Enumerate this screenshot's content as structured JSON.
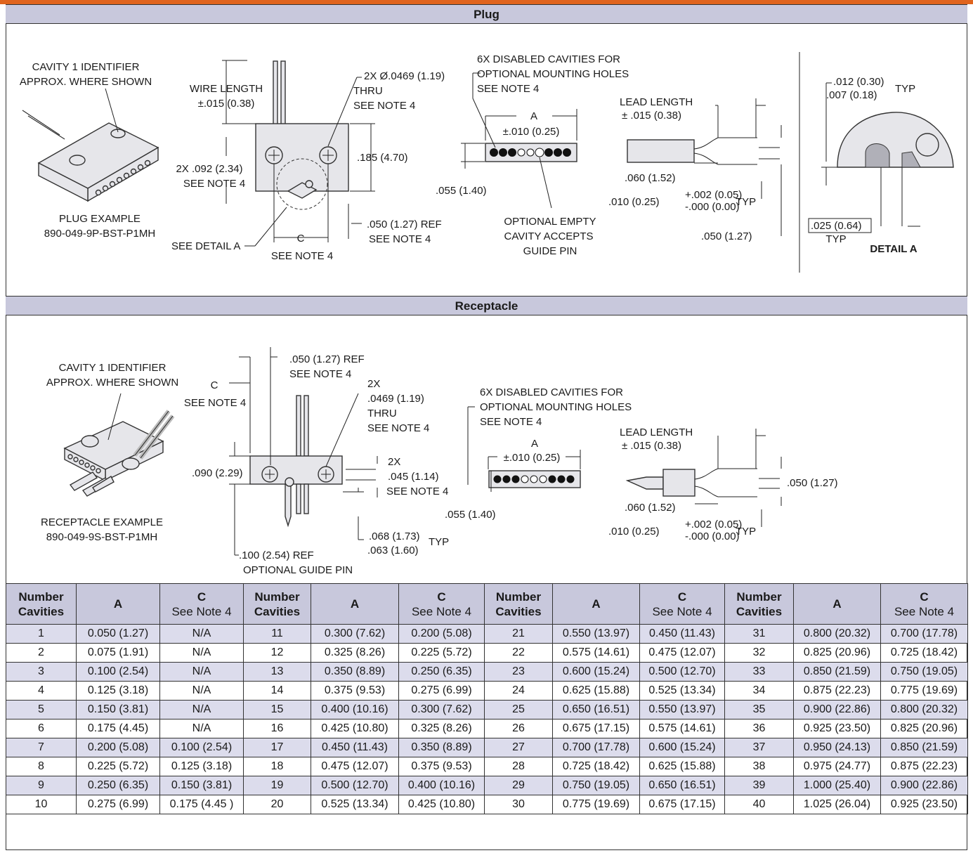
{
  "sections": {
    "plug": "Plug",
    "receptacle": "Receptacle"
  },
  "plug": {
    "cavity_id_1": "CAVITY 1 IDENTIFIER",
    "cavity_id_2": "APPROX. WHERE SHOWN",
    "example_1": "PLUG EXAMPLE",
    "example_2": "890-049-9P-BST-P1MH",
    "wire_length_1": "WIRE LENGTH",
    "wire_length_2": "±.015 (0.38)",
    "hole_dia_1": "2X Ø.0469 (1.19)",
    "hole_dia_2": "THRU",
    "hole_dia_3": "SEE NOTE 4",
    "height": ".185 (4.70)",
    "pitch_1": "2X .092 (2.34)",
    "pitch_2": "SEE NOTE 4",
    "ref_1": ".050 (1.27) REF",
    "ref_2": "SEE NOTE 4",
    "detail_a": "SEE DETAIL  A",
    "c_label": "C",
    "c_note": "SEE NOTE 4",
    "disabled_1": "6X DISABLED CAVITIES FOR",
    "disabled_2": "OPTIONAL  MOUNTING HOLES",
    "disabled_3": "SEE NOTE 4",
    "a_label": "A",
    "a_tol": "±.010 (0.25)",
    "thick": ".055 (1.40)",
    "empty_1": "OPTIONAL EMPTY",
    "empty_2": "CAVITY ACCEPTS",
    "empty_3": "GUIDE PIN",
    "lead_1": "LEAD LENGTH",
    "lead_2": "± .015 (0.38)",
    "lead_060": ".060 (1.52)",
    "lead_010": ".010 (0.25)",
    "tol_plus": "+.002 (0.05)",
    "tol_minus": "-.000 (0.00)",
    "typ": "TYP",
    "lead_050": ".050 (1.27)",
    "det_012": ".012 (0.30)",
    "det_007": ".007 (0.18)",
    "det_typ": "TYP",
    "det_025": ".025 (0.64)",
    "det_typ2": "TYP",
    "detail_title": "DETAIL  A"
  },
  "receptacle": {
    "cavity_id_1": "CAVITY 1 IDENTIFIER",
    "cavity_id_2": "APPROX. WHERE SHOWN",
    "example_1": "RECEPTACLE EXAMPLE",
    "example_2": "890-049-9S-BST-P1MH",
    "ref_1": ".050 (1.27) REF",
    "ref_2": "SEE NOTE 4",
    "c_label": "C",
    "c_note": "SEE NOTE 4",
    "hole_1": "2X",
    "hole_2": ".0469 (1.19)",
    "hole_3": "THRU",
    "hole_4": "SEE NOTE 4",
    "height": ".090 (2.29)",
    "pin_1": "2X",
    "pin_2": ".045 (1.14)",
    "pin_3": "SEE NOTE 4",
    "guide_1": ".100 (2.54) REF",
    "guide_2": "OPTIONAL GUIDE PIN",
    "lead_068": ".068 (1.73)",
    "lead_063": ".063 (1.60)",
    "typ": "TYP",
    "disabled_1": "6X DISABLED CAVITIES FOR",
    "disabled_2": "OPTIONAL MOUNTING HOLES",
    "disabled_3": "SEE NOTE 4",
    "a_label": "A",
    "a_tol": "±.010 (0.25)",
    "thick": ".055 (1.40)",
    "lead_1": "LEAD LENGTH",
    "lead_2": "± .015 (0.38)",
    "lead_050": ".050 (1.27)",
    "lead_060": ".060 (1.52)",
    "lead_010": ".010 (0.25)",
    "tol_plus": "+.002 (0.05)",
    "tol_minus": "-.000 (0.00)",
    "typ2": "TYP"
  },
  "table": {
    "h_num_1": "Number",
    "h_num_2": "Cavities",
    "h_a": "A",
    "h_c_1": "C",
    "h_c_2": "See Note 4",
    "rows": [
      [
        "1",
        "0.050 (1.27)",
        "N/A",
        "11",
        "0.300 (7.62)",
        "0.200 (5.08)",
        "21",
        "0.550 (13.97)",
        "0.450 (11.43)",
        "31",
        "0.800 (20.32)",
        "0.700 (17.78)"
      ],
      [
        "2",
        "0.075 (1.91)",
        "N/A",
        "12",
        "0.325 (8.26)",
        "0.225 (5.72)",
        "22",
        "0.575 (14.61)",
        "0.475 (12.07)",
        "32",
        "0.825 (20.96)",
        "0.725 (18.42)"
      ],
      [
        "3",
        "0.100 (2.54)",
        "N/A",
        "13",
        "0.350 (8.89)",
        "0.250 (6.35)",
        "23",
        "0.600 (15.24)",
        "0.500 (12.70)",
        "33",
        "0.850 (21.59)",
        "0.750 (19.05)"
      ],
      [
        "4",
        "0.125 (3.18)",
        "N/A",
        "14",
        "0.375 (9.53)",
        "0.275 (6.99)",
        "24",
        "0.625 (15.88)",
        "0.525 (13.34)",
        "34",
        "0.875 (22.23)",
        "0.775 (19.69)"
      ],
      [
        "5",
        "0.150 (3.81)",
        "N/A",
        "15",
        "0.400 (10.16)",
        "0.300 (7.62)",
        "25",
        "0.650 (16.51)",
        "0.550 (13.97)",
        "35",
        "0.900 (22.86)",
        "0.800 (20.32)"
      ],
      [
        "6",
        "0.175 (4.45)",
        "N/A",
        "16",
        "0.425 (10.80)",
        "0.325 (8.26)",
        "26",
        "0.675 (17.15)",
        "0.575 (14.61)",
        "36",
        "0.925 (23.50)",
        "0.825 (20.96)"
      ],
      [
        "7",
        "0.200 (5.08)",
        "0.100 (2.54)",
        "17",
        "0.450 (11.43)",
        "0.350 (8.89)",
        "27",
        "0.700 (17.78)",
        "0.600 (15.24)",
        "37",
        "0.950 (24.13)",
        "0.850 (21.59)"
      ],
      [
        "8",
        "0.225 (5.72)",
        "0.125 (3.18)",
        "18",
        "0.475 (12.07)",
        "0.375 (9.53)",
        "28",
        "0.725 (18.42)",
        "0.625 (15.88)",
        "38",
        "0.975 (24.77)",
        "0.875 (22.23)"
      ],
      [
        "9",
        "0.250 (6.35)",
        "0.150 (3.81)",
        "19",
        "0.500 (12.70)",
        "0.400 (10.16)",
        "29",
        "0.750 (19.05)",
        "0.650 (16.51)",
        "39",
        "1.000 (25.40)",
        "0.900 (22.86)"
      ],
      [
        "10",
        "0.275 (6.99)",
        "0.175 (4.45 )",
        "20",
        "0.525 (13.34)",
        "0.425 (10.80)",
        "30",
        "0.775 (19.69)",
        "0.675 (17.15)",
        "40",
        "1.025 (26.04)",
        "0.925 (23.50)"
      ]
    ]
  }
}
